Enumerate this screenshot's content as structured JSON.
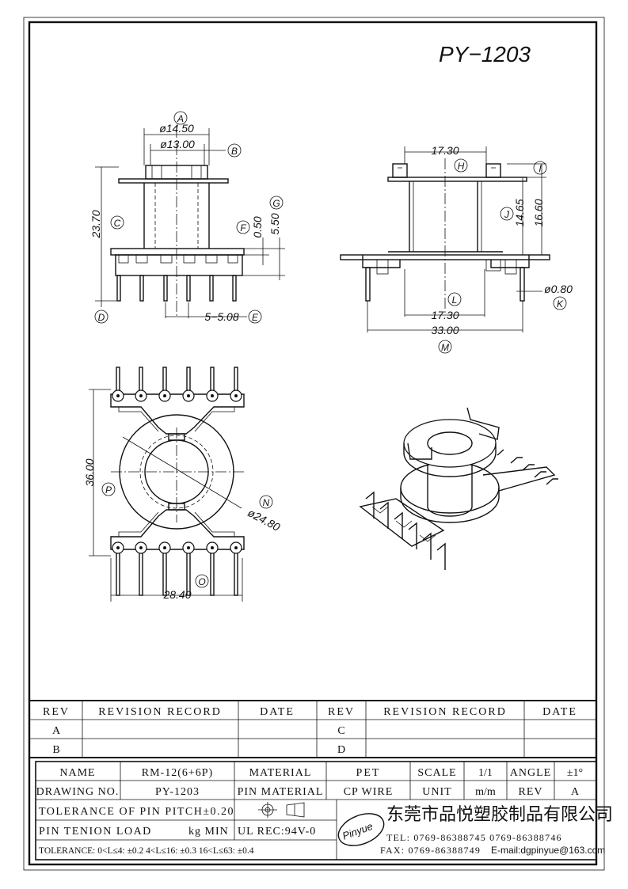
{
  "title": "PY−1203",
  "views": {
    "front": {
      "labels": {
        "A": "A",
        "B": "B",
        "C": "C",
        "D": "D",
        "E": "E",
        "F": "F",
        "G": "G"
      },
      "dims": {
        "d1": "ø14.50",
        "d2": "ø13.00",
        "h_total": "23.70",
        "f_val": "0.50",
        "g_val": "5.50",
        "pitch": "5−5.08"
      }
    },
    "side": {
      "labels": {
        "H": "H",
        "I": "I",
        "J": "J",
        "K": "K",
        "L": "L",
        "M": "M"
      },
      "dims": {
        "top_w": "17.30",
        "j_val": "14.65",
        "i_val": "16.60",
        "pin_d": "ø0.80",
        "bot_w": "17.30",
        "total_w": "33.00"
      }
    },
    "bottom": {
      "labels": {
        "N": "N",
        "O": "O",
        "P": "P"
      },
      "dims": {
        "height": "36.00",
        "diam": "ø24.80",
        "width": "28.40"
      }
    }
  },
  "revision_table": {
    "headers": [
      "REV",
      "REVISION RECORD",
      "DATE",
      "REV",
      "REVISION RECORD",
      "DATE"
    ],
    "rows": [
      [
        "A",
        "",
        "",
        "C",
        "",
        ""
      ],
      [
        "B",
        "",
        "",
        "D",
        "",
        ""
      ]
    ]
  },
  "title_block": {
    "name_label": "NAME",
    "name_value": "RM-12(6+6P)",
    "material_label": "MATERIAL",
    "material_value": "PET",
    "scale_label": "SCALE",
    "scale_value": "1/1",
    "angle_label": "ANGLE",
    "angle_value": "±1°",
    "drawing_no_label": "DRAWING NO.",
    "drawing_no_value": "PY-1203",
    "pin_material_label": "PIN MATERIAL",
    "pin_material_value": "CP WIRE",
    "unit_label": "UNIT",
    "unit_value": "m/m",
    "rev_label": "REV",
    "rev_value": "A",
    "tolerance_pitch": "TOLERANCE OF PIN PITCH±0.20",
    "pin_tension_label": "PIN TENION LOAD",
    "pin_tension_value": "kg MIN",
    "ul": "UL REC:94V-0",
    "tolerance_general": "TOLERANCE: 0<L≤4: ±0.2   4<L≤16: ±0.3   16<L≤63: ±0.4",
    "company": "东莞市品悦塑胶制品有限公司",
    "logo_text": "Pinyue",
    "tel": "TEL: 0769-86388745     0769-86388746",
    "fax": "FAX: 0769-86388749",
    "email": "E-mail:dgpinyue@163.com"
  }
}
